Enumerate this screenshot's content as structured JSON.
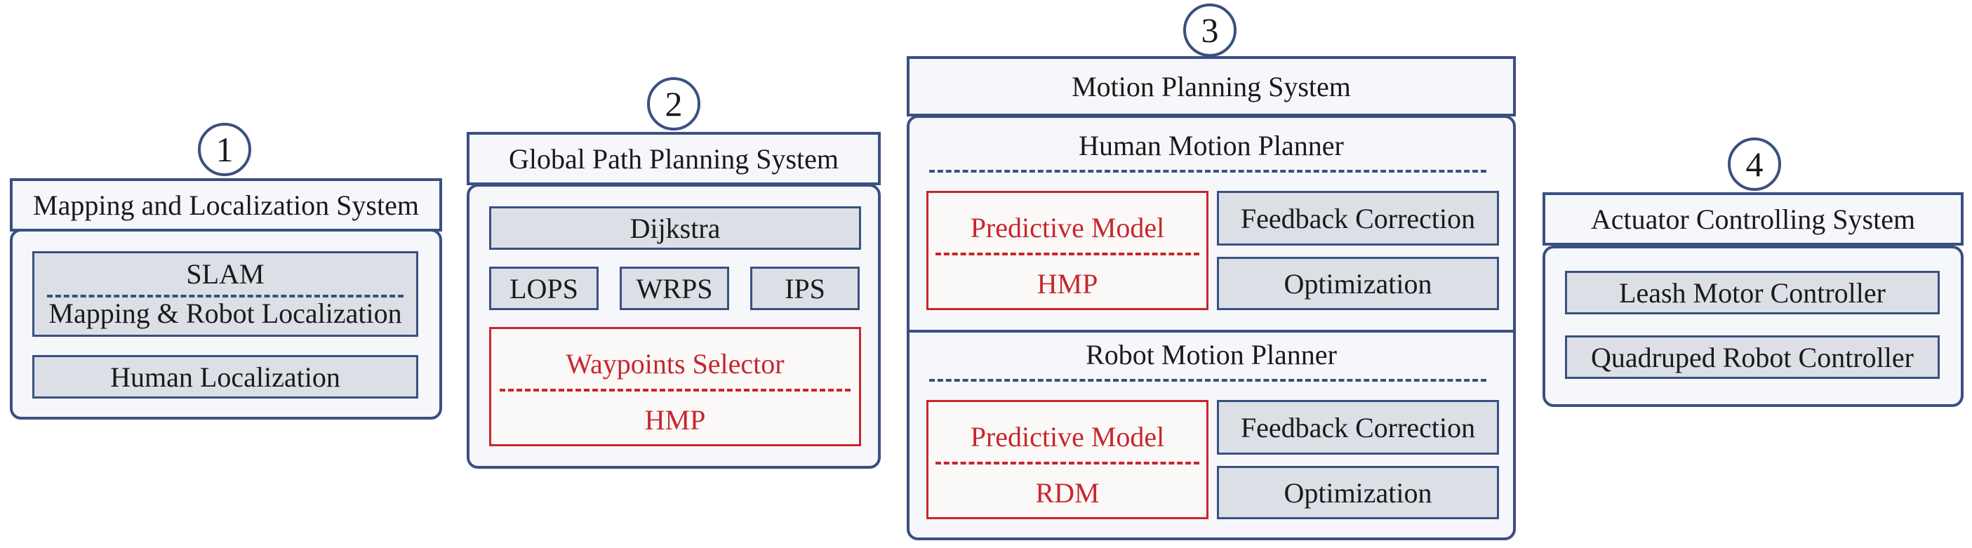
{
  "systems": {
    "mapping": {
      "number": "1",
      "title": "Mapping and Localization System",
      "slam_label": "SLAM",
      "slam_sub": "Mapping & Robot Localization",
      "human_loc": "Human Localization"
    },
    "global_path": {
      "number": "2",
      "title": "Global Path Planning System",
      "dijkstra": "Dijkstra",
      "lops": "LOPS",
      "wrps": "WRPS",
      "ips": "IPS",
      "waypoints": "Waypoints Selector",
      "hmp": "HMP"
    },
    "motion": {
      "number": "3",
      "title": "Motion Planning System",
      "human_planner": {
        "title": "Human Motion Planner",
        "predictive": "Predictive Model",
        "model": "HMP",
        "feedback": "Feedback Correction",
        "optimization": "Optimization"
      },
      "robot_planner": {
        "title": "Robot Motion Planner",
        "predictive": "Predictive Model",
        "model": "RDM",
        "feedback": "Feedback Correction",
        "optimization": "Optimization"
      }
    },
    "actuator": {
      "number": "4",
      "title": "Actuator Controlling System",
      "leash": "Leash Motor Controller",
      "quadruped": "Quadruped Robot Controller"
    }
  },
  "colors": {
    "border_blue": "#3a5082",
    "accent_red": "#c8262d",
    "module_fill": "#dcdfe5",
    "panel_fill": "#f6f7fa"
  }
}
